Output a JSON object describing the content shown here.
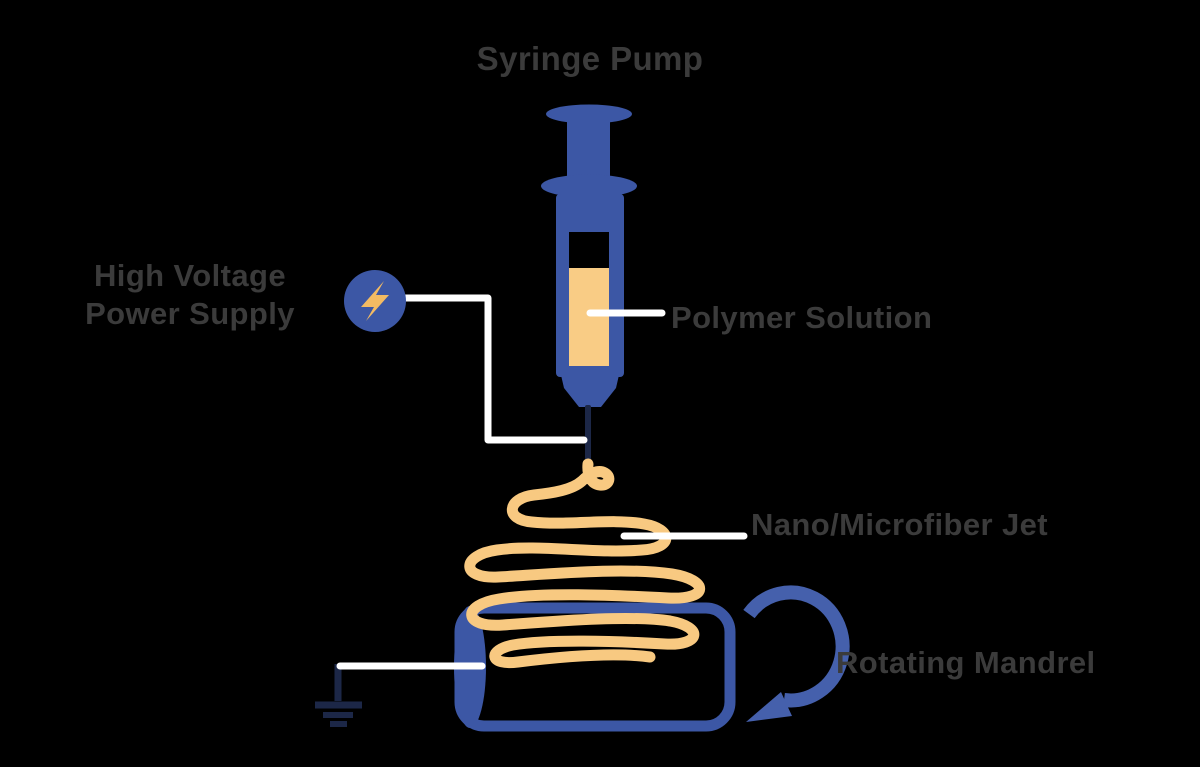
{
  "diagram": {
    "title": "Syringe Pump",
    "labels": {
      "power_supply_line1": "High Voltage",
      "power_supply_line2": "Power Supply",
      "polymer_solution": "Polymer Solution",
      "fiber_jet": "Nano/Microfiber Jet",
      "mandrel": "Rotating Mandrel"
    },
    "icons": {
      "power_supply": "lightning-bolt-icon",
      "ground": "electrical-ground-icon",
      "rotation": "rotation-arrow-icon"
    },
    "colors": {
      "background": "#000000",
      "primary_blue": "#3C57A5",
      "solution_orange": "#F9CC85",
      "coil_orange": "#F8C981",
      "bolt_orange": "#F3BB63",
      "dark_navy": "#1C2747",
      "connector_line": "#FFFFFF",
      "label_text": "#3B3B3B"
    }
  }
}
